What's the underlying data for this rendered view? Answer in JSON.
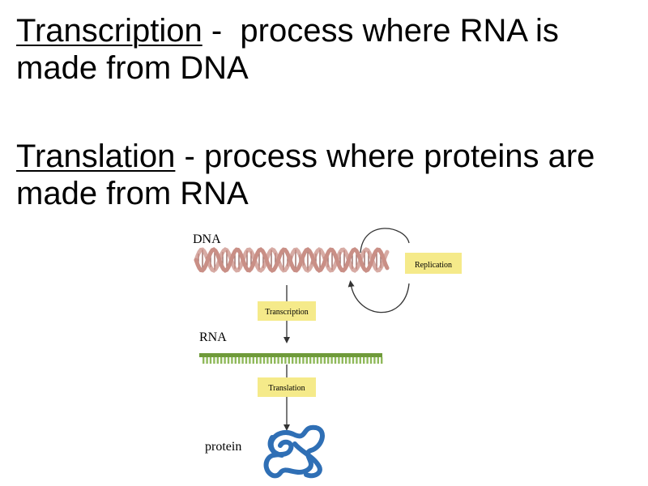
{
  "definitions": [
    {
      "term": "Transcription",
      "separator": " -  ",
      "text": "process where RNA is made from DNA"
    },
    {
      "term": "Translation",
      "separator": " - ",
      "text": "process where proteins are made from RNA"
    }
  ],
  "diagram": {
    "dna_label": "DNA",
    "rna_label": "RNA",
    "protein_label": "protein",
    "replication_label": "Replication",
    "transcription_label": "Transcription",
    "translation_label": "Translation"
  },
  "colors": {
    "label_box": "#f5ea8a",
    "dna_strand": "#c98f86",
    "dna_rung": "#9a6a63",
    "rna_backbone": "#6f9a3a",
    "rna_bases": "#8fb95a",
    "protein": "#2f6fb5",
    "arrow": "#333333"
  }
}
